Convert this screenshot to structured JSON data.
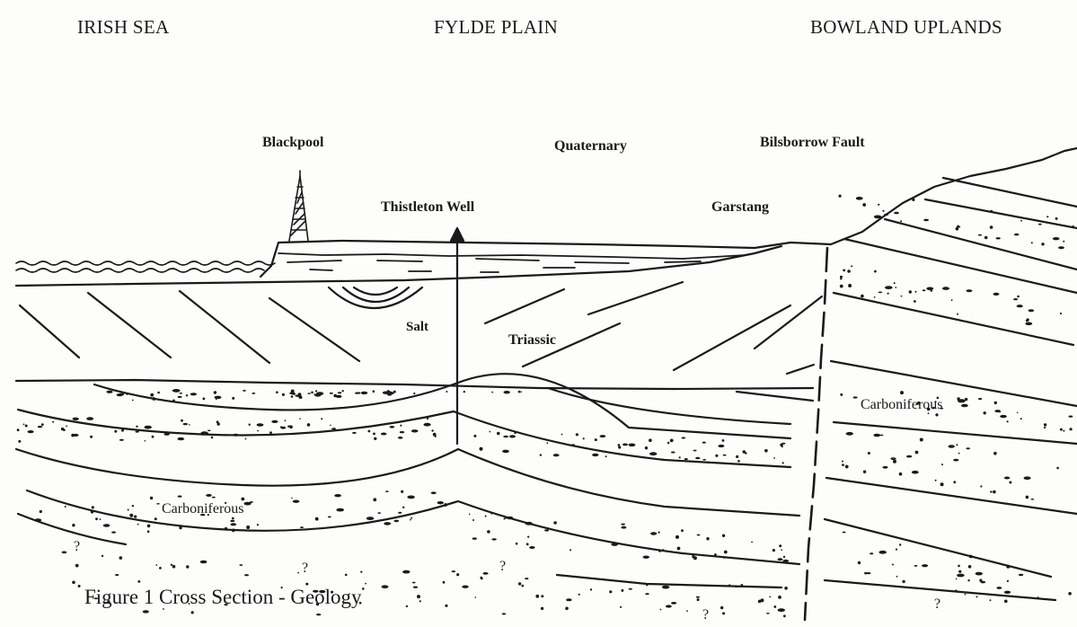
{
  "regions": {
    "west": "IRISH SEA",
    "centre": "FYLDE PLAIN",
    "east": "BOWLAND UPLANDS"
  },
  "places": {
    "blackpool": "Blackpool",
    "thistleton_well": "Thistleton Well",
    "garstang": "Garstang",
    "bilsborrow_fault": "Bilsborrow Fault"
  },
  "units": {
    "quaternary": "Quaternary",
    "salt": "Salt",
    "triassic": "Triassic",
    "carboniferous_west": "Carboniferous",
    "carboniferous_east": "Carboniferous",
    "unknown_marks": [
      "?",
      "?",
      "?",
      "?",
      "?"
    ]
  },
  "caption": "Figure 1  Cross Section - Geology",
  "colors": {
    "ink": "#1a1a1a",
    "paper": "#fdfdfb"
  }
}
